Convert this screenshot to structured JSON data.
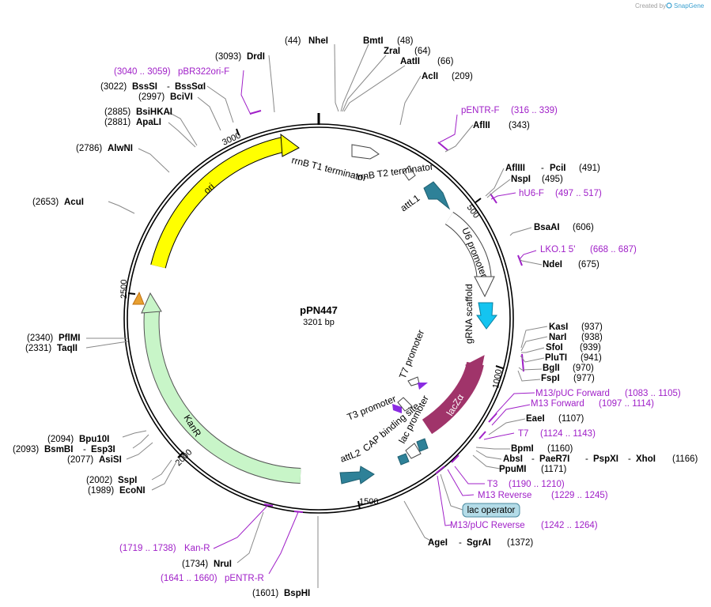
{
  "plasmid": {
    "name": "pPN447",
    "size": "3201 bp"
  },
  "credit": {
    "prefix": "Created by",
    "brand": "SnapGene"
  },
  "ring_ticks": [
    "500",
    "1000",
    "1500",
    "2000",
    "2500",
    "3000"
  ],
  "features": {
    "ori": "ori",
    "rrnb_t1": "rrnB T1 terminator",
    "rrnb_t2": "rrnB T2 terminator",
    "attl1": "attL1",
    "u6": "U6 promoter",
    "grna": "gRNA scaffold",
    "t7prom": "T7 promoter",
    "t3prom": "T3 promoter",
    "lacz": "lacZα",
    "cap": "CAP binding site",
    "lacprom": "lac promoter",
    "attl2": "attL2",
    "kanr": "KanR",
    "lac_operator": "lac operator"
  },
  "colors": {
    "ori": "#ffff00",
    "kanr": "#c8f5c8",
    "att": "#2e8198",
    "grna": "#14c4f0",
    "lacz": "#a0346a",
    "primer": "#a020c8",
    "t7": "#8a2be2"
  },
  "sites": {
    "nhei": {
      "pos": "(44)",
      "name": "NheI"
    },
    "bmti": {
      "name": "BmtI",
      "pos": "(48)"
    },
    "zrai": {
      "name": "ZraI",
      "pos": "(64)"
    },
    "aatii": {
      "name": "AatII",
      "pos": "(66)"
    },
    "acli": {
      "name": "AclI",
      "pos": "(209)"
    },
    "pentrf": {
      "name": "pENTR-F",
      "pos": "(316 .. 339)"
    },
    "afliii": {
      "name": "AflII",
      "pos": "(343)"
    },
    "afliii2": {
      "name": "AflIII",
      "sep": "-",
      "name2": "PciI",
      "pos": "(491)"
    },
    "nspi": {
      "name": "NspI",
      "pos": "(495)"
    },
    "hu6f": {
      "name": "hU6-F",
      "pos": "(497 .. 517)"
    },
    "bsaai": {
      "name": "BsaAI",
      "pos": "(606)"
    },
    "lko": {
      "name": "LKO.1 5'",
      "pos": "(668 .. 687)"
    },
    "ndei": {
      "name": "NdeI",
      "pos": "(675)"
    },
    "kasi": {
      "name": "KasI",
      "pos": "(937)"
    },
    "nari": {
      "name": "NarI",
      "pos": "(938)"
    },
    "sfoi": {
      "name": "SfoI",
      "pos": "(939)"
    },
    "pluti": {
      "name": "PluTI",
      "pos": "(941)"
    },
    "bgli": {
      "name": "BglI",
      "pos": "(970)"
    },
    "fspi": {
      "name": "FspI",
      "pos": "(977)"
    },
    "m13fwd_uc": {
      "name": "M13/pUC Forward",
      "pos": "(1083 .. 1105)"
    },
    "m13fwd": {
      "name": "M13 Forward",
      "pos": "(1097 .. 1114)"
    },
    "eaei": {
      "name": "EaeI",
      "pos": "(1107)"
    },
    "t7": {
      "name": "T7",
      "pos": "(1124 .. 1143)"
    },
    "bpmi": {
      "name": "BpmI",
      "pos": "(1160)"
    },
    "absi": {
      "name": "AbsI",
      "sep": "-",
      "name2": "PaeR7I",
      "sep2": "-",
      "name3": "PspXI",
      "sep3": "-",
      "name4": "XhoI",
      "pos": "(1166)"
    },
    "ppumi": {
      "name": "PpuMI",
      "pos": "(1171)"
    },
    "t3": {
      "name": "T3",
      "pos": "(1190 .. 1210)"
    },
    "m13rev": {
      "name": "M13 Reverse",
      "pos": "(1229 .. 1245)"
    },
    "m13rev_uc": {
      "name": "M13/pUC Reverse",
      "pos": "(1242 .. 1264)"
    },
    "agei": {
      "name": "AgeI",
      "sep": "-",
      "name2": "SgrAI",
      "pos": "(1372)"
    },
    "bsphi": {
      "pos": "(1601)",
      "name": "BspHI"
    },
    "pentrr": {
      "pos": "(1641 .. 1660)",
      "name": "pENTR-R"
    },
    "nrui": {
      "pos": "(1734)",
      "name": "NruI"
    },
    "kanr_p": {
      "pos": "(1719 .. 1738)",
      "name": "Kan-R"
    },
    "econi": {
      "pos": "(1989)",
      "name": "EcoNI"
    },
    "sspi": {
      "pos": "(2002)",
      "name": "SspI"
    },
    "asisi": {
      "pos": "(2077)",
      "name": "AsiSI"
    },
    "bsmbi": {
      "pos": "(2093)",
      "name": "BsmBI",
      "sep": "-",
      "name2": "Esp3I"
    },
    "bpu10i": {
      "pos": "(2094)",
      "name": "Bpu10I"
    },
    "taqii": {
      "pos": "(2331)",
      "name": "TaqII"
    },
    "pflmi": {
      "pos": "(2340)",
      "name": "PflMI"
    },
    "acui": {
      "pos": "(2653)",
      "name": "AcuI"
    },
    "alwni": {
      "pos": "(2786)",
      "name": "AlwNI"
    },
    "apali": {
      "pos": "(2881)",
      "name": "ApaLI"
    },
    "bsihkai": {
      "pos": "(2885)",
      "name": "BsiHKAI"
    },
    "bcivi": {
      "pos": "(2997)",
      "name": "BciVI"
    },
    "bsssi": {
      "pos": "(3022)",
      "name": "BssSI",
      "sep": "-",
      "name2": "BssSαI"
    },
    "pbr322": {
      "pos": "(3040 .. 3059)",
      "name": "pBR322ori-F"
    },
    "drdi": {
      "pos": "(3093)",
      "name": "DrdI"
    }
  }
}
